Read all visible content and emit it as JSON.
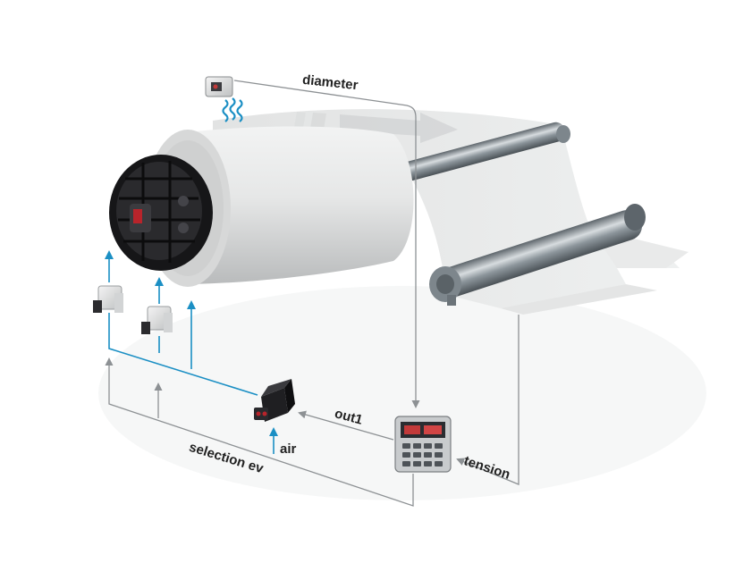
{
  "labels": {
    "diameter": "diameter",
    "out1": "out1",
    "air": "air",
    "selection_ev": "selection ev",
    "tension": "tension"
  },
  "colors": {
    "background": "#ffffff",
    "pneumatic_line": "#1b8fc4",
    "signal_line": "#8d9194",
    "paper": "#e3e4e4",
    "brake_body": "#1c1c1e",
    "roller_steel": "#9aa2a8",
    "controller_display": "#c23a3a"
  },
  "icons": {
    "diameter_sensor": "ultrasonic-sensor-icon",
    "pneumatic_valves": "solenoid-valve-icon",
    "pressure_regulator": "proportional-valve-icon",
    "controller": "tension-controller-icon",
    "brake": "pneumatic-brake-icon"
  }
}
